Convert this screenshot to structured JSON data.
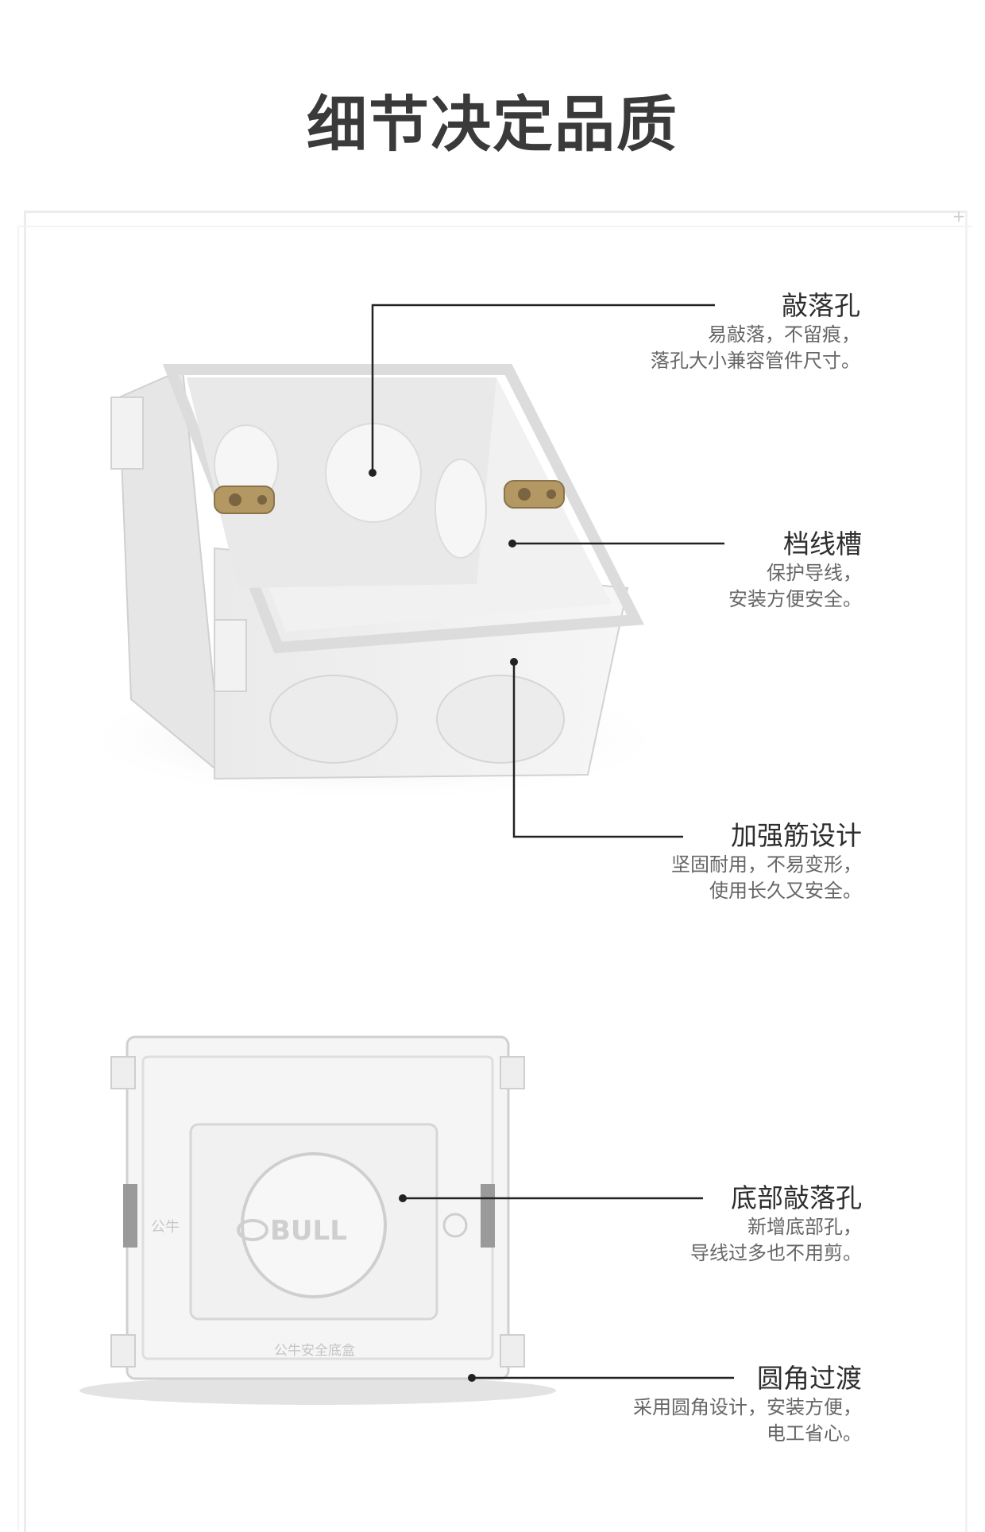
{
  "title": "细节决定品质",
  "annotations": [
    {
      "heading": "敲落孔",
      "line1": "易敲落，不留痕，",
      "line2": "落孔大小兼容管件尺寸。"
    },
    {
      "heading": "档线槽",
      "line1": "保护导线，",
      "line2": "安装方便安全。"
    },
    {
      "heading": "加强筋设计",
      "line1": "坚固耐用，不易变形，",
      "line2": "使用长久又安全。"
    },
    {
      "heading": "底部敲落孔",
      "line1": "新增底部孔，",
      "line2": "导线过多也不用剪。"
    },
    {
      "heading": "圆角过渡",
      "line1": "采用圆角设计，安装方便，",
      "line2": "电工省心。"
    }
  ],
  "product_marks": {
    "logo_text": "BULL",
    "side_text": "公牛",
    "bottom_text": "公牛安全底盒"
  },
  "colors": {
    "background": "#ffffff",
    "box_white": "#f4f4f4",
    "box_shadow": "#dadada",
    "leader_line": "#222222",
    "screw_brass": "#b49863"
  }
}
